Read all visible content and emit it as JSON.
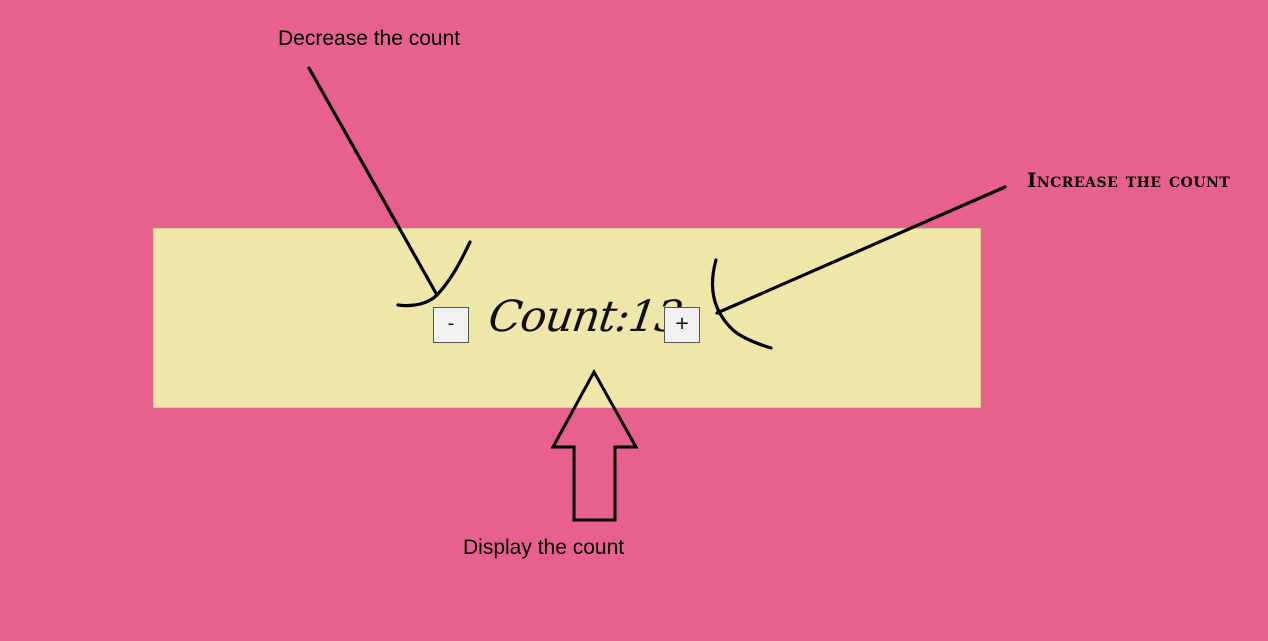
{
  "annotations": {
    "decrease": "Decrease the count",
    "increase": "Increase the count",
    "display": "Display the count"
  },
  "counter": {
    "decrement_label": "-",
    "increment_label": "+",
    "display_prefix": "Count:",
    "value": 13
  },
  "colors": {
    "page_background": "#e8618c",
    "panel_background": "#efe6a9",
    "button_background": "#f1f1f1",
    "ink": "#000000"
  },
  "icons": {
    "decrease_pointer": "hand-drawn-arrow-icon",
    "increase_pointer": "hand-drawn-arrow-icon",
    "display_pointer": "outline-up-arrow-icon"
  }
}
